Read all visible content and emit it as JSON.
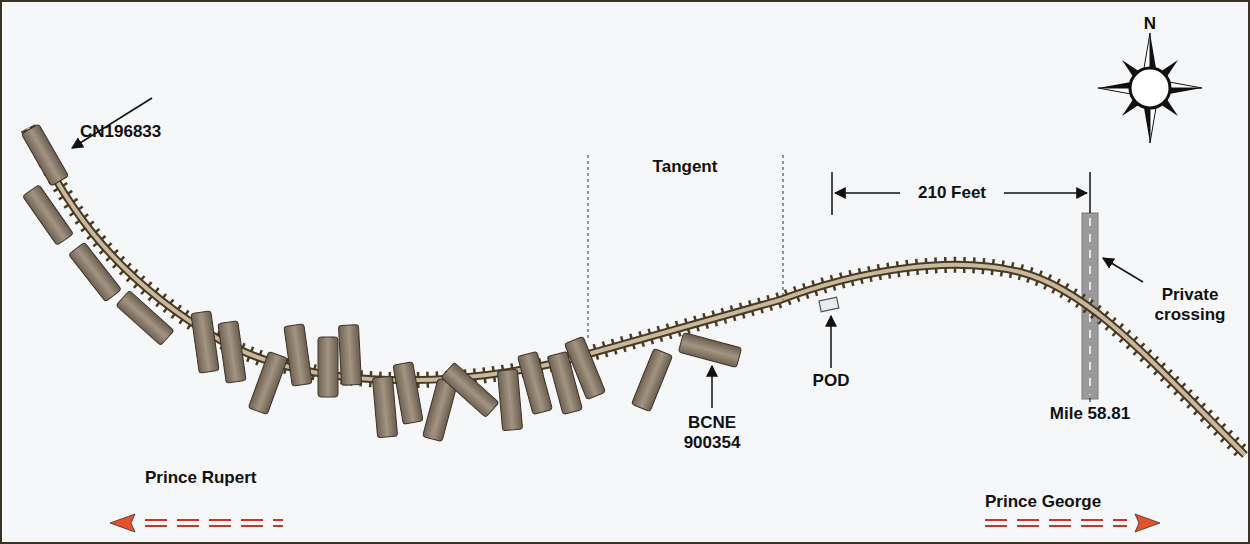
{
  "diagram": {
    "labels": [
      "N",
      "CN196833",
      "Tangent",
      "210 Feet",
      "Private crossing",
      "Mile 58.81",
      "BCNE 900354",
      "POD",
      "Prince Rupert",
      "Prince George"
    ]
  }
}
